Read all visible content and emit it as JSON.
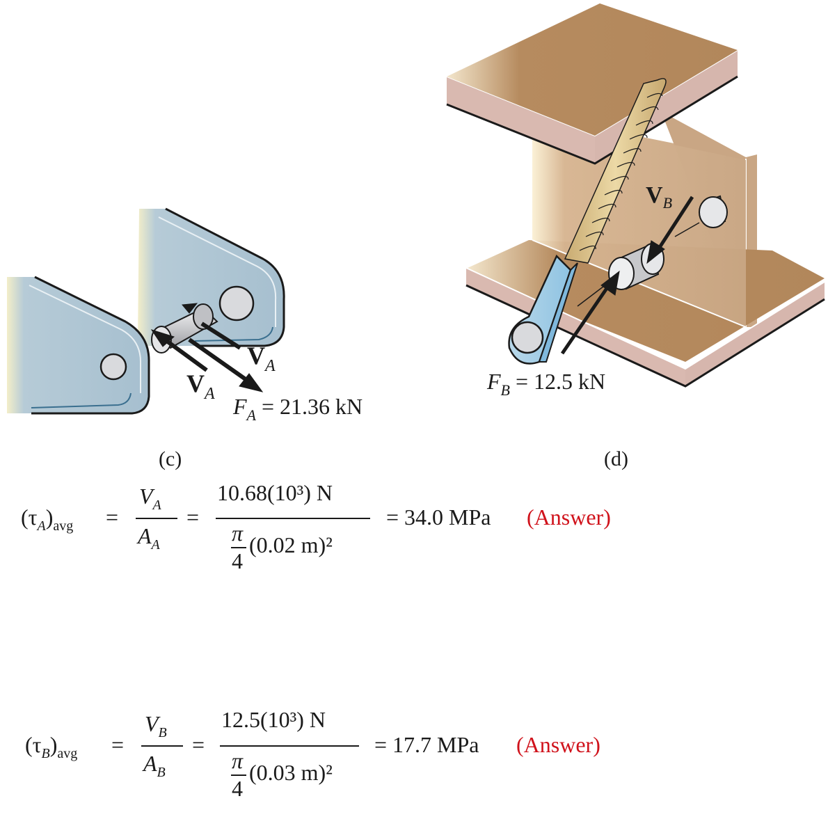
{
  "figure_c": {
    "caption": "(c)",
    "labels": {
      "shear_upper": {
        "symbol": "V",
        "subscript": "A"
      },
      "shear_lower": {
        "symbol": "V",
        "subscript": "A"
      },
      "force": {
        "symbol": "F",
        "subscript": "A",
        "value_text": "= 21.36 kN"
      }
    },
    "colors": {
      "plate": "#a9c2d1",
      "plate_edge": "#1a1a1a",
      "pin": "#d9dadd"
    }
  },
  "figure_d": {
    "caption": "(d)",
    "labels": {
      "shear": {
        "symbol": "V",
        "subscript": "B"
      },
      "force": {
        "symbol": "F",
        "subscript": "B",
        "value_text": "= 12.5 kN"
      }
    },
    "colors": {
      "beam_top": "#b3875a",
      "beam_edge": "#d9b9b0",
      "web": "#cfae8c",
      "rope": "#e0c890",
      "clevis": "#a8d0e8"
    }
  },
  "equation_a": {
    "lhs_symbol": "(τ",
    "lhs_sub": "A",
    "lhs_close": ")",
    "lhs_avg": "avg",
    "eq1": "=",
    "frac1_num": "V",
    "frac1_num_sub": "A",
    "frac1_den": "A",
    "frac1_den_sub": "A",
    "eq2": "=",
    "frac2_num": "10.68(10³) N",
    "frac2_den_pi": "π",
    "frac2_den_4": "4",
    "frac2_den_rest": "(0.02 m)²",
    "result": "= 34.0 MPa",
    "answer": "(Answer)"
  },
  "equation_b": {
    "lhs_symbol": "(τ",
    "lhs_sub": "B",
    "lhs_close": ")",
    "lhs_avg": "avg",
    "eq1": "=",
    "frac1_num": "V",
    "frac1_num_sub": "B",
    "frac1_den": "A",
    "frac1_den_sub": "B",
    "eq2": "=",
    "frac2_num": "12.5(10³) N",
    "frac2_den_pi": "π",
    "frac2_den_4": "4",
    "frac2_den_rest": "(0.03 m)²",
    "result": "= 17.7 MPa",
    "answer": "(Answer)"
  }
}
